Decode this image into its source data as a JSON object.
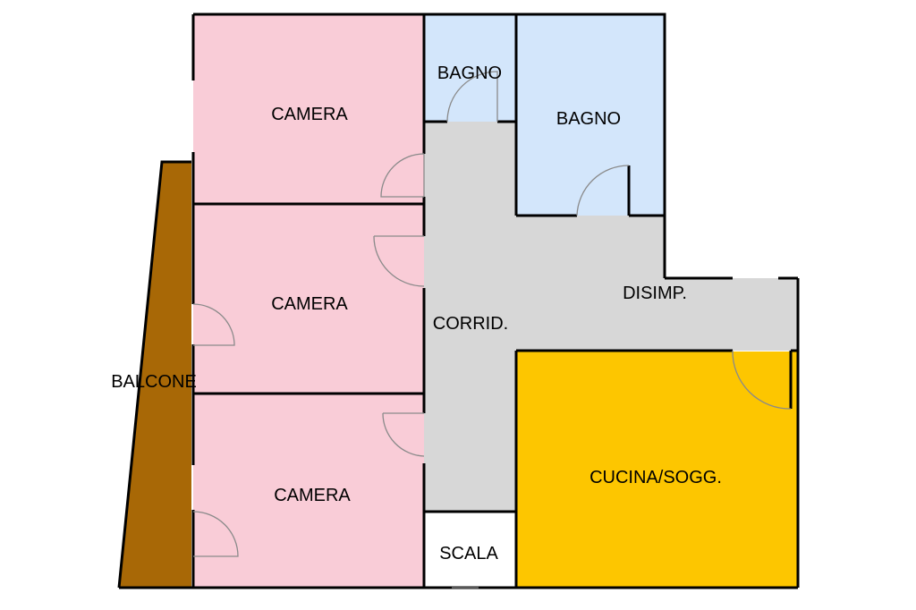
{
  "colors": {
    "camera": "#f9ccd7",
    "bagno": "#d3e6fb",
    "corridoio": "#d7d7d7",
    "cucina": "#fdc600",
    "balcone": "#a86806",
    "scala": "#ffffff",
    "wall": "#000000"
  },
  "rooms": {
    "camera_1": "CAMERA",
    "camera_2": "CAMERA",
    "camera_3": "CAMERA",
    "bagno_1": "BAGNO",
    "bagno_2": "BAGNO",
    "corridoio": "CORRID.",
    "disimpegno": "DISIMP.",
    "cucina": "CUCINA/SOGG.",
    "scala": "SCALA",
    "balcone": "BALCONE"
  }
}
